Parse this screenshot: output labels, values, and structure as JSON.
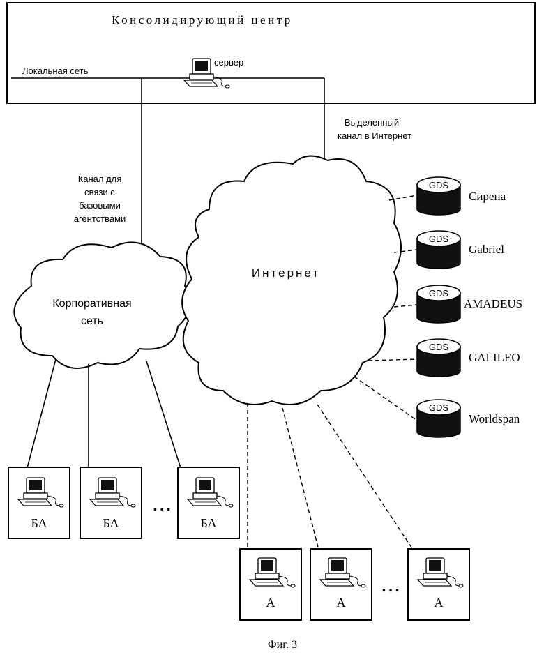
{
  "center": {
    "title": "Консолидирующий центр",
    "lan_label": "Локальная сеть",
    "server_label": "сервер"
  },
  "channels": {
    "dedicated_line1": "Выделенный",
    "dedicated_line2": "канал в Интернет",
    "agency_line1": "Канал для",
    "agency_line2": "связи с",
    "agency_line3": "базовыми",
    "agency_line4": "агентствами"
  },
  "corporate_network": {
    "line1": "Корпоративная",
    "line2": "сеть"
  },
  "internet": {
    "label": "Интернет"
  },
  "gds": [
    {
      "tag": "GDS",
      "name": "Сирена"
    },
    {
      "tag": "GDS",
      "name": "Gabriel"
    },
    {
      "tag": "GDS",
      "name": "AMADEUS"
    },
    {
      "tag": "GDS",
      "name": "GALILEO"
    },
    {
      "tag": "GDS",
      "name": "Worldspan"
    }
  ],
  "base_agencies": [
    "БА",
    "БА",
    "БА"
  ],
  "agencies": [
    "А",
    "А",
    "А"
  ],
  "ellipsis": "• • •",
  "caption": "Фиг. 3"
}
